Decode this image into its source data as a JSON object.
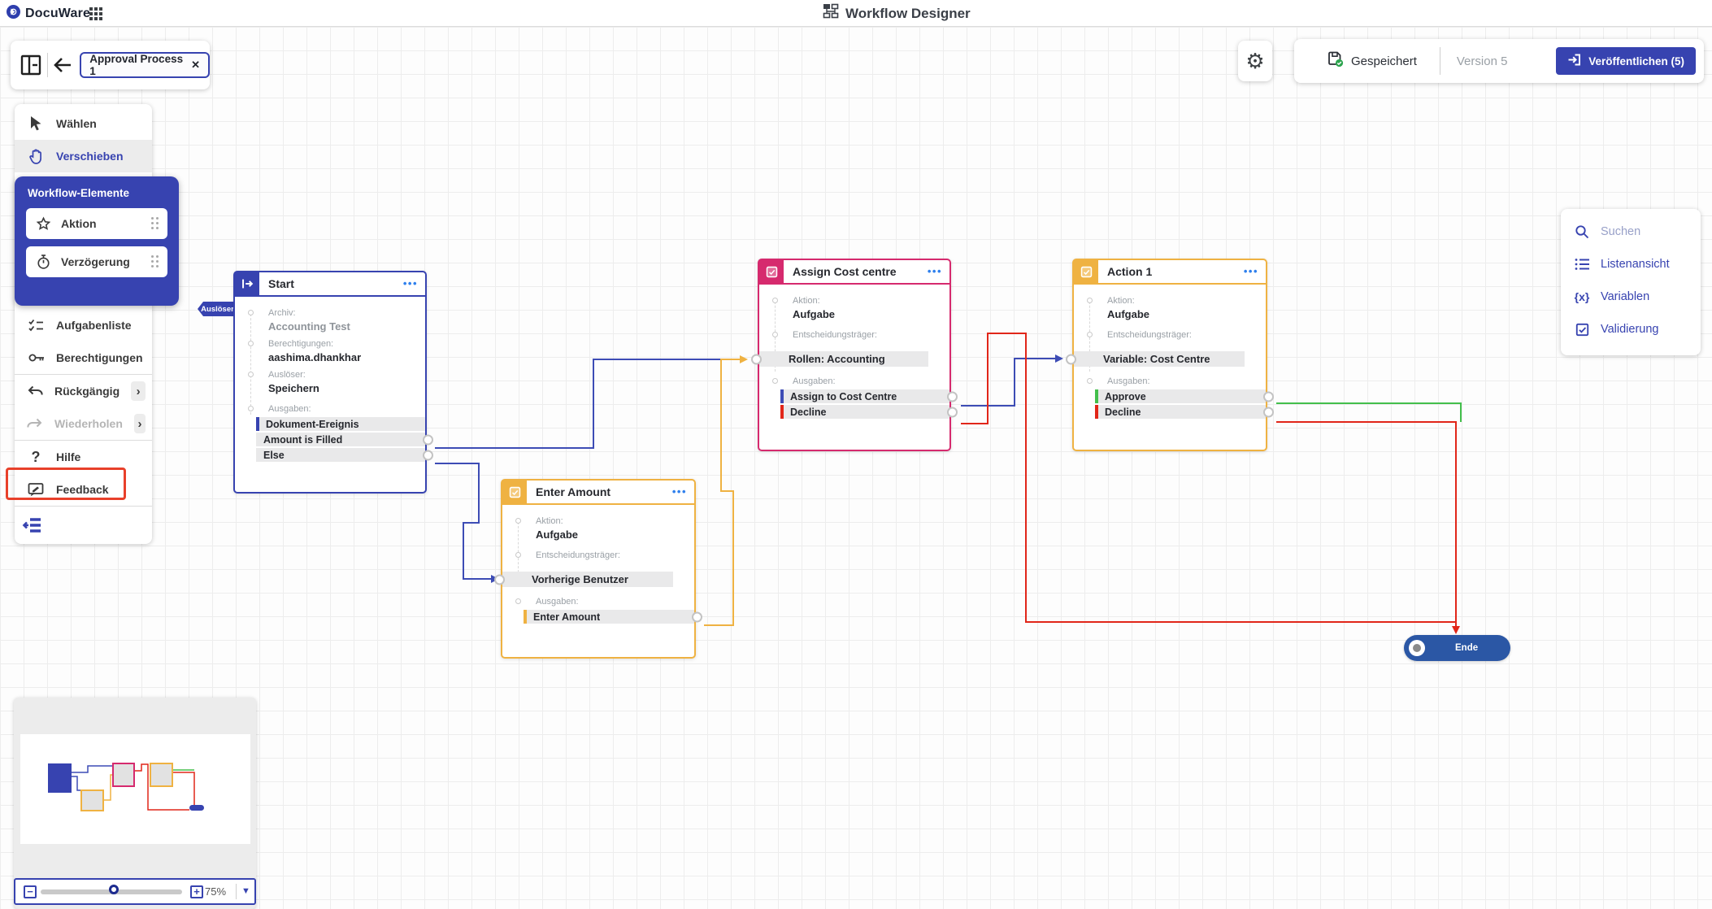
{
  "palette": {
    "indigo": "#3743b0",
    "blue_line": "#3d4cb5",
    "amber": "#efb242",
    "pink": "#d62a6e",
    "red": "#e12619",
    "green": "#43bf4c",
    "link_blue": "#2f80ed",
    "end_blue": "#2b57a5",
    "highlight_red": "#e8402a"
  },
  "topbar": {
    "brand": "DocuWare",
    "title": "Workflow Designer",
    "brand_icon": "docuware-logo-icon",
    "apps_icon": "grid-apps-icon",
    "title_icon": "workflow-icon"
  },
  "breadcrumb": {
    "split_icon": "split-view-icon",
    "back_icon": "back-arrow-icon",
    "tab_label": "Approval Process 1",
    "close_glyph": "✕"
  },
  "sidebar": {
    "items": [
      {
        "id": "waehlen",
        "label": "Wählen",
        "icon": "cursor-icon"
      },
      {
        "id": "verschieben",
        "label": "Verschieben",
        "icon": "hand-icon",
        "active": true
      },
      {
        "id": "aufgabenliste",
        "label": "Aufgabenliste",
        "icon": "checklist-icon"
      },
      {
        "id": "berechtigungen",
        "label": "Berechtigungen",
        "icon": "key-icon"
      },
      {
        "id": "rueckgaengig",
        "label": "Rückgängig",
        "icon": "undo-icon",
        "chevron": "›"
      },
      {
        "id": "wiederholen",
        "label": "Wiederholen",
        "icon": "redo-icon",
        "chevron": "›",
        "disabled": true
      },
      {
        "id": "hilfe",
        "label": "Hilfe",
        "icon": "help-icon"
      },
      {
        "id": "feedback",
        "label": "Feedback",
        "icon": "feedback-icon",
        "highlighted": true
      }
    ],
    "collapse_icon": "collapse-sidebar-icon"
  },
  "flyout": {
    "title": "Workflow-Elemente",
    "items": [
      {
        "label": "Aktion",
        "icon": "star-icon"
      },
      {
        "label": "Verzögerung",
        "icon": "timer-icon"
      }
    ]
  },
  "status": {
    "gear_icon": "gear-icon",
    "saved_icon": "saved-check-icon",
    "saved_label": "Gespeichert",
    "version_label": "Version 5",
    "publish_icon": "publish-icon",
    "publish_label": "Veröffentlichen (5)"
  },
  "tools_panel": {
    "items": [
      {
        "label": "Suchen",
        "icon": "search-icon",
        "muted": true
      },
      {
        "label": "Listenansicht",
        "icon": "list-view-icon"
      },
      {
        "label": "Variablen",
        "icon": "variables-icon"
      },
      {
        "label": "Validierung",
        "icon": "validation-icon"
      }
    ]
  },
  "trigger_tag": "Auslöser",
  "nodes": [
    {
      "id": "start",
      "title": "Start",
      "color": "indigo",
      "header_icon": "start-icon",
      "menu_glyph": "•••",
      "rows": [
        {
          "t": "sec",
          "label": "Archiv:",
          "value": "Accounting Test",
          "muted": true
        },
        {
          "t": "sec",
          "label": "Berechtigungen:",
          "value": "aashima.dhankhar"
        },
        {
          "t": "sec",
          "label": "Auslöser:",
          "value": "Speichern"
        },
        {
          "t": "lab",
          "label": "Ausgaben:"
        },
        {
          "t": "chip",
          "text": "Dokument-Ereignis",
          "bar": "indigo"
        },
        {
          "t": "chip",
          "text": "Amount is Filled",
          "out": true
        },
        {
          "t": "chip",
          "text": "Else",
          "out": true
        }
      ]
    },
    {
      "id": "enter-amount",
      "title": "Enter Amount",
      "color": "amber",
      "header_icon": "task-icon",
      "menu_glyph": "•••",
      "rows": [
        {
          "t": "sec",
          "label": "Aktion:",
          "value": "Aufgabe"
        },
        {
          "t": "lab",
          "label": "Entscheidungsträger:"
        },
        {
          "t": "dec",
          "text": "Vorherige Benutzer",
          "in": true
        },
        {
          "t": "lab",
          "label": "Ausgaben:"
        },
        {
          "t": "chip",
          "text": "Enter Amount",
          "bar": "amber",
          "out": true
        }
      ]
    },
    {
      "id": "assign-cost-centre",
      "title": "Assign Cost centre",
      "color": "pink",
      "header_icon": "task-icon",
      "menu_glyph": "•••",
      "rows": [
        {
          "t": "sec",
          "label": "Aktion:",
          "value": "Aufgabe"
        },
        {
          "t": "lab",
          "label": "Entscheidungsträger:"
        },
        {
          "t": "dec",
          "text": "Rollen: Accounting",
          "in": true
        },
        {
          "t": "lab",
          "label": "Ausgaben:"
        },
        {
          "t": "chip",
          "text": "Assign to Cost Centre",
          "bar": "blue_line",
          "out": true
        },
        {
          "t": "chip",
          "text": "Decline",
          "bar": "red",
          "out": true
        }
      ]
    },
    {
      "id": "action-1",
      "title": "Action 1",
      "color": "amber",
      "header_icon": "task-icon",
      "menu_glyph": "•••",
      "rows": [
        {
          "t": "sec",
          "label": "Aktion:",
          "value": "Aufgabe"
        },
        {
          "t": "lab",
          "label": "Entscheidungsträger:"
        },
        {
          "t": "dec",
          "text": "Variable: Cost Centre",
          "in": true
        },
        {
          "t": "lab",
          "label": "Ausgaben:"
        },
        {
          "t": "chip",
          "text": "Approve",
          "bar": "green",
          "out": true
        },
        {
          "t": "chip",
          "text": "Decline",
          "bar": "red",
          "out": true
        }
      ]
    }
  ],
  "end_node": {
    "label": "Ende"
  },
  "minimap": {
    "zoom_value": "75%",
    "zoom_out_glyph": "−",
    "zoom_in_glyph": "+",
    "caret_glyph": "▼"
  }
}
